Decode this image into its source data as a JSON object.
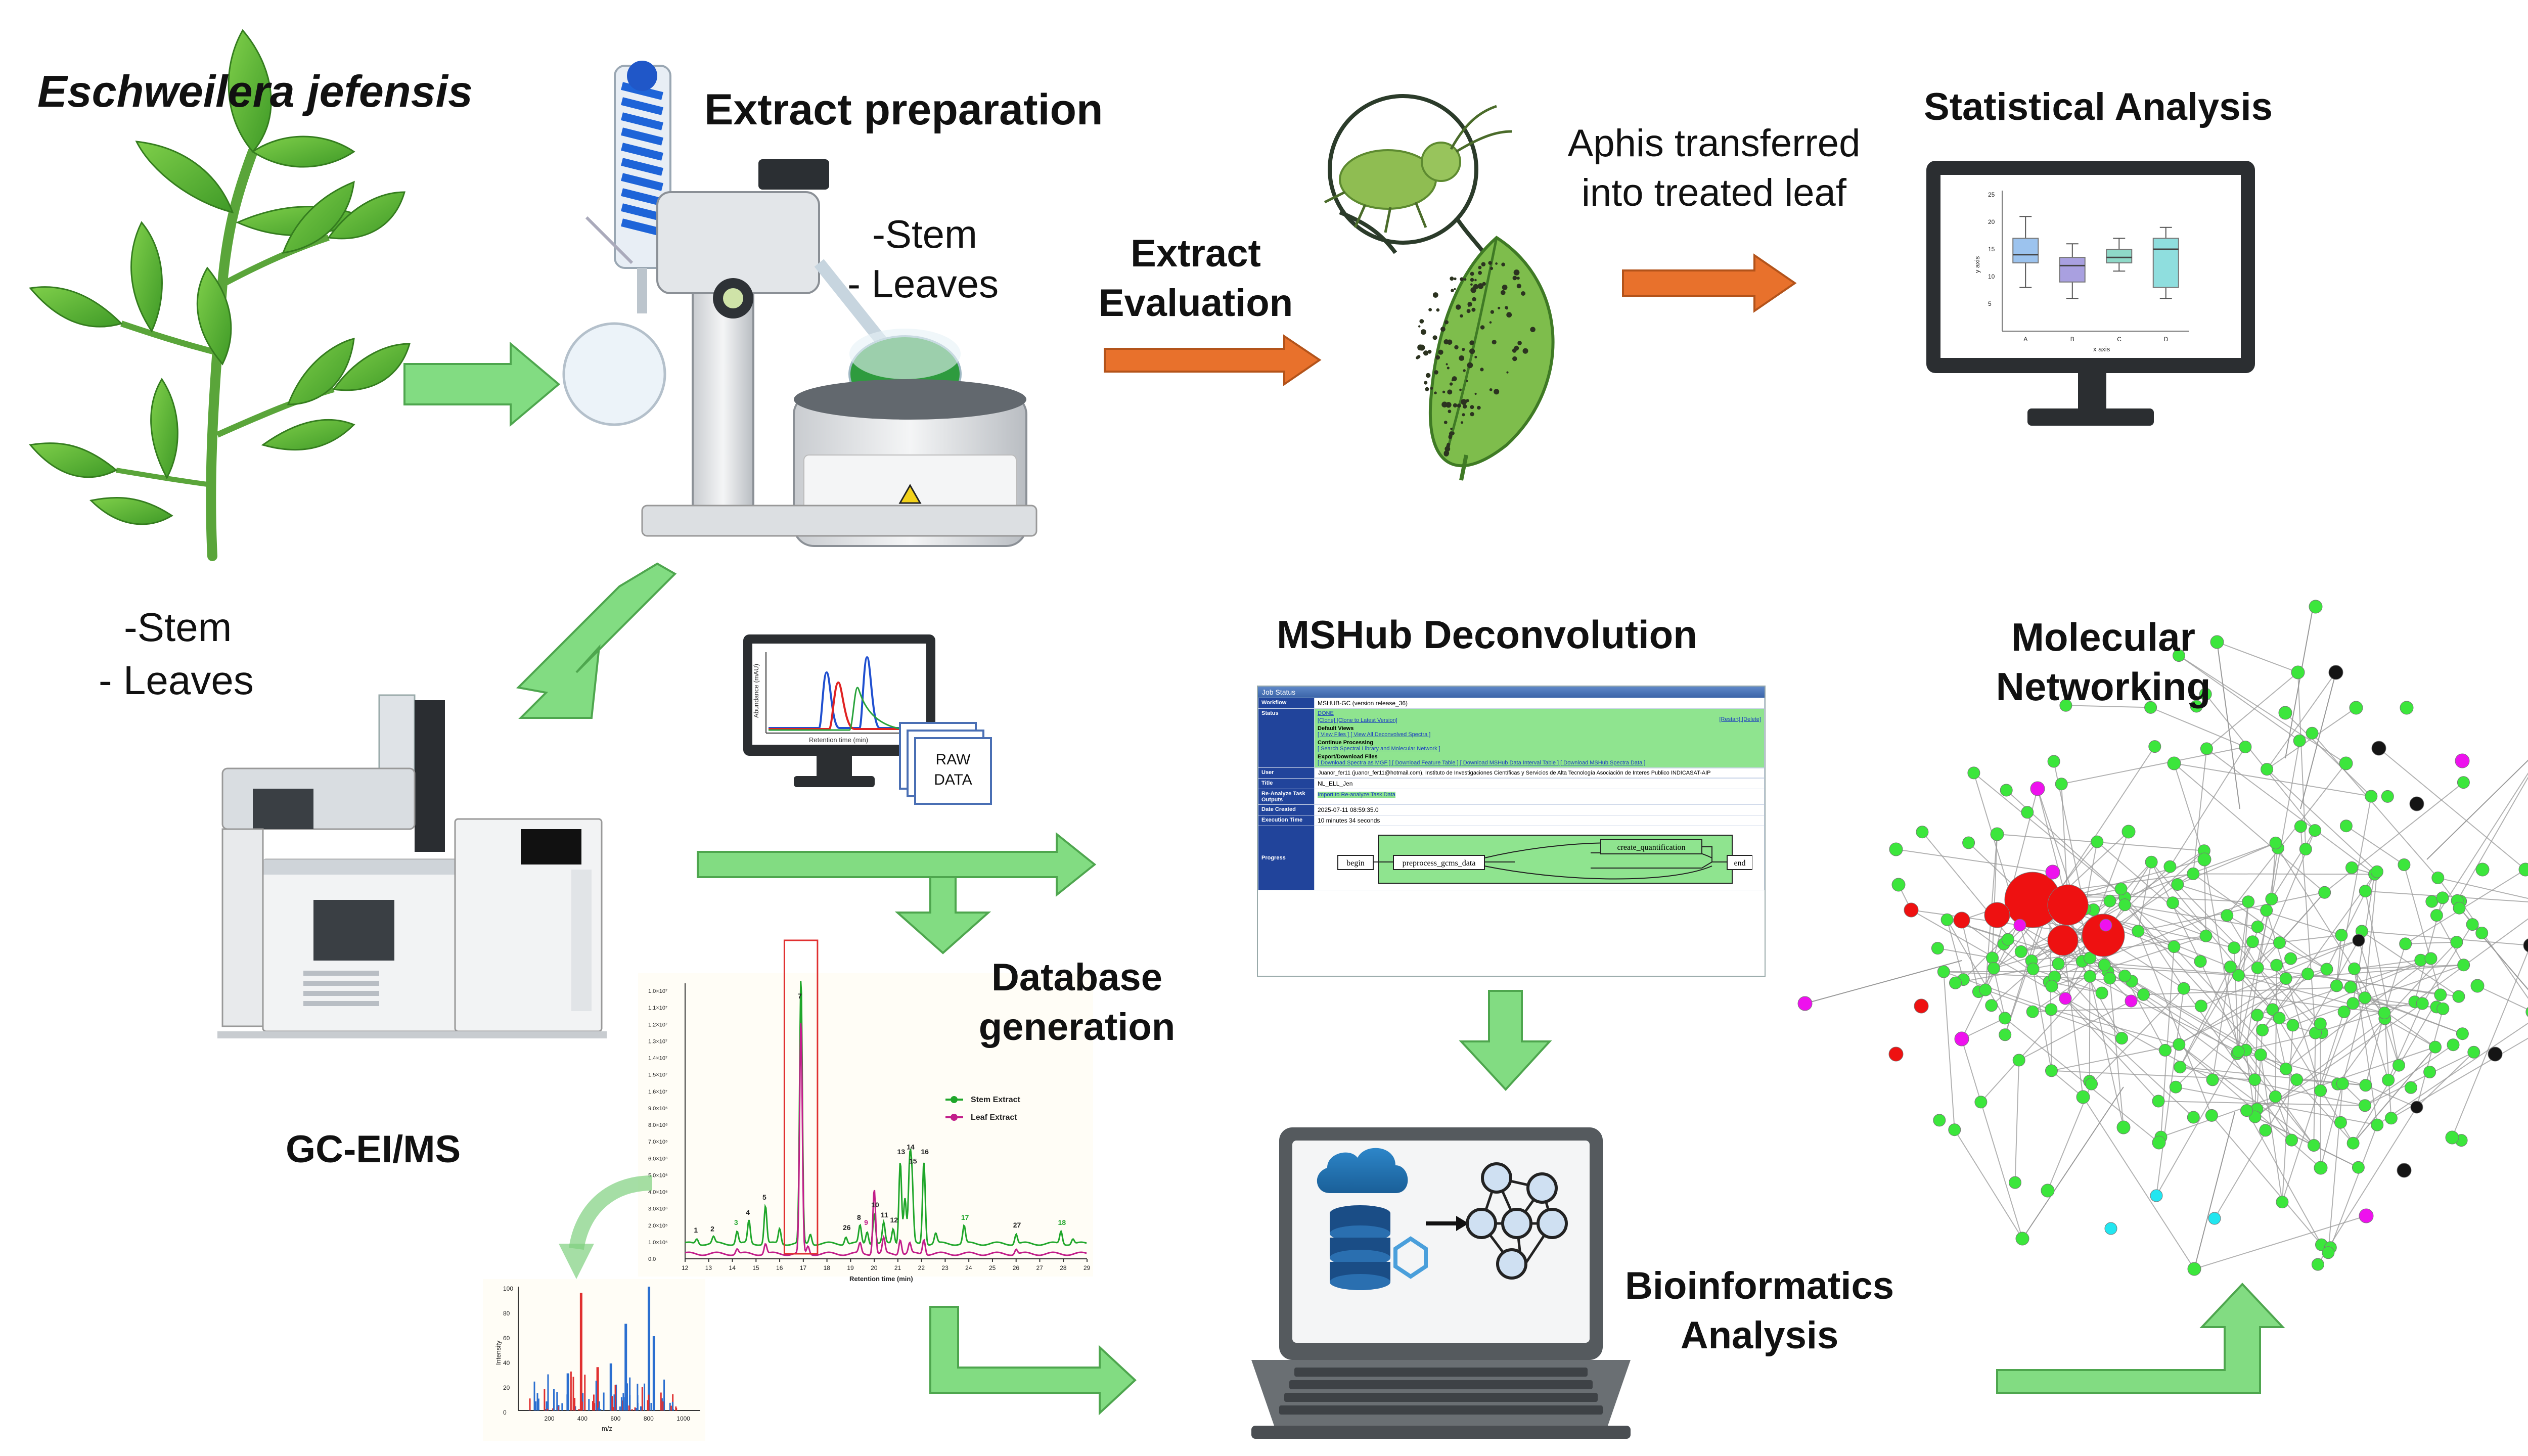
{
  "labels": {
    "species": "Eschweilera jefensis",
    "extract_prep": "Extract preparation",
    "parts_top": [
      "-Stem",
      "- Leaves"
    ],
    "parts_left": [
      "-Stem",
      "- Leaves"
    ],
    "extract_eval": [
      "Extract",
      "Evaluation"
    ],
    "aphis": [
      "Aphis transferred",
      "into treated leaf"
    ],
    "stat": "Statistical Analysis",
    "mshub": "MSHub Deconvolution",
    "molnet": [
      "Molecular",
      "Networking"
    ],
    "gcms": "GC-EI/MS",
    "dbgen": [
      "Database",
      "generation"
    ],
    "bioinfo": [
      "Bioinformatics",
      "Analysis"
    ],
    "raw": [
      "RAW",
      "DATA"
    ],
    "monitor_x": "Retention time (min)",
    "monitor_y": "Abundance (mAU)"
  },
  "boxplot": {
    "xlabel": "x axis",
    "ylabel": "y axis",
    "yticks": [
      "25",
      "20",
      "15",
      "10",
      "5"
    ],
    "categories": [
      "A",
      "B",
      "C",
      "D"
    ],
    "boxes": [
      {
        "q1": 12.5,
        "med": 14,
        "q3": 17,
        "lo": 8,
        "hi": 21,
        "color": "#9cc3ee"
      },
      {
        "q1": 9,
        "med": 12,
        "q3": 13.5,
        "lo": 6,
        "hi": 16,
        "color": "#a9a0e0"
      },
      {
        "q1": 12.5,
        "med": 13.5,
        "q3": 15,
        "lo": 11,
        "hi": 17,
        "color": "#8fd9c8"
      },
      {
        "q1": 8,
        "med": 15,
        "q3": 17,
        "lo": 6,
        "hi": 19,
        "color": "#8fdede"
      }
    ],
    "ymin": 0,
    "ymax": 25
  },
  "chromatogram": {
    "xlabel": "Retention time (min)",
    "xticks": [
      "12",
      "13",
      "14",
      "15",
      "16",
      "17",
      "18",
      "19",
      "20",
      "21",
      "22",
      "23",
      "24",
      "25",
      "26",
      "27",
      "28",
      "29"
    ],
    "yticks": [
      "1.0×10⁷",
      "1.1×10⁷",
      "1.2×10⁷",
      "1.3×10⁷",
      "1.4×10⁷",
      "1.5×10⁷",
      "1.6×10⁷",
      "9.0×10⁶",
      "8.0×10⁶",
      "7.0×10⁶",
      "6.0×10⁶",
      "5.0×10⁶",
      "4.0×10⁶",
      "3.0×10⁶",
      "2.0×10⁶",
      "1.0×10⁶",
      "0.0"
    ],
    "legend": [
      {
        "name": "Stem Extract",
        "color": "#1fa62a"
      },
      {
        "name": "Leaf Extract",
        "color": "#c21e8a"
      }
    ],
    "peaks": [
      {
        "n": "1",
        "t": 12.5
      },
      {
        "n": "2",
        "t": 13.2
      },
      {
        "n": "3",
        "t": 14.2
      },
      {
        "n": "4",
        "t": 14.7
      },
      {
        "n": "5",
        "t": 15.4
      },
      {
        "n": "7",
        "t": 16.9
      },
      {
        "n": "26",
        "t": 18.8
      },
      {
        "n": "8",
        "t": 19.4
      },
      {
        "n": "9",
        "t": 19.7
      },
      {
        "n": "10",
        "t": 20.0
      },
      {
        "n": "11",
        "t": 20.4
      },
      {
        "n": "12",
        "t": 20.8
      },
      {
        "n": "13",
        "t": 21.1
      },
      {
        "n": "14",
        "t": 21.5
      },
      {
        "n": "15",
        "t": 21.6
      },
      {
        "n": "16",
        "t": 22.1
      },
      {
        "n": "17",
        "t": 23.8
      },
      {
        "n": "27",
        "t": 26.0
      },
      {
        "n": "18",
        "t": 27.9
      }
    ]
  },
  "spectrum": {
    "xlabel": "m/z",
    "ylabel": "Intensity",
    "xticks": [
      "200",
      "400",
      "600",
      "800",
      "1000"
    ],
    "yticks": [
      "100",
      "80",
      "60",
      "40",
      "20",
      "0"
    ]
  },
  "mshub_panel": {
    "header": "Job Status",
    "rows": [
      {
        "k": "Workflow",
        "v": "MSHUB-GC (version release_36)"
      },
      {
        "k": "Status",
        "v": ""
      },
      {
        "k": "User",
        "v": "Juanor_fer11 (juanor_fer11@hotmail.com), Instituto de Investigaciones Científicas y Servicios de Alta Tecnología Asociación de Interes Publico INDICASAT-AIP"
      },
      {
        "k": "Title",
        "v": "NL_ELL_Jen"
      },
      {
        "k": "Re-Analyze Task Outputs",
        "v": "Import to Re-analyze Task Data"
      },
      {
        "k": "Date Created",
        "v": "2025-07-11 08:59:35.0"
      },
      {
        "k": "Execution Time",
        "v": "10 minutes 34 seconds"
      },
      {
        "k": "Progress",
        "v": ""
      }
    ],
    "status_done": "DONE",
    "status_links": "[Clone] [Clone to Latest Version]",
    "status_right": "[Restart] [Delete]",
    "default_views": "Default Views",
    "view_links": "[ View Files ] [ View All Deconvolved Spectra ]",
    "continue": "Continue Processing",
    "continue_links": "[ Search Spectral Library and Molecular Network ]",
    "export": "Export/Download Files",
    "export_links": "[ Download Spectra as MGF ] [ Download Feature Table ] [ Download MSHub Data Interval Table ] [ Download MSHub Spectra Data ]",
    "progress_nodes": [
      "begin",
      "preprocess_gcms_data",
      "create_quantification",
      "end"
    ]
  },
  "colors": {
    "green_arrow": "#82dc82",
    "green_arrow_stroke": "#4ea64e",
    "orange_arrow": "#e8712c",
    "orange_arrow_stroke": "#b3531a",
    "net_green": "#3ce63c",
    "net_red": "#ee1111",
    "net_magenta": "#ee11ee",
    "net_black": "#151515",
    "net_cyan": "#22e6f0"
  }
}
